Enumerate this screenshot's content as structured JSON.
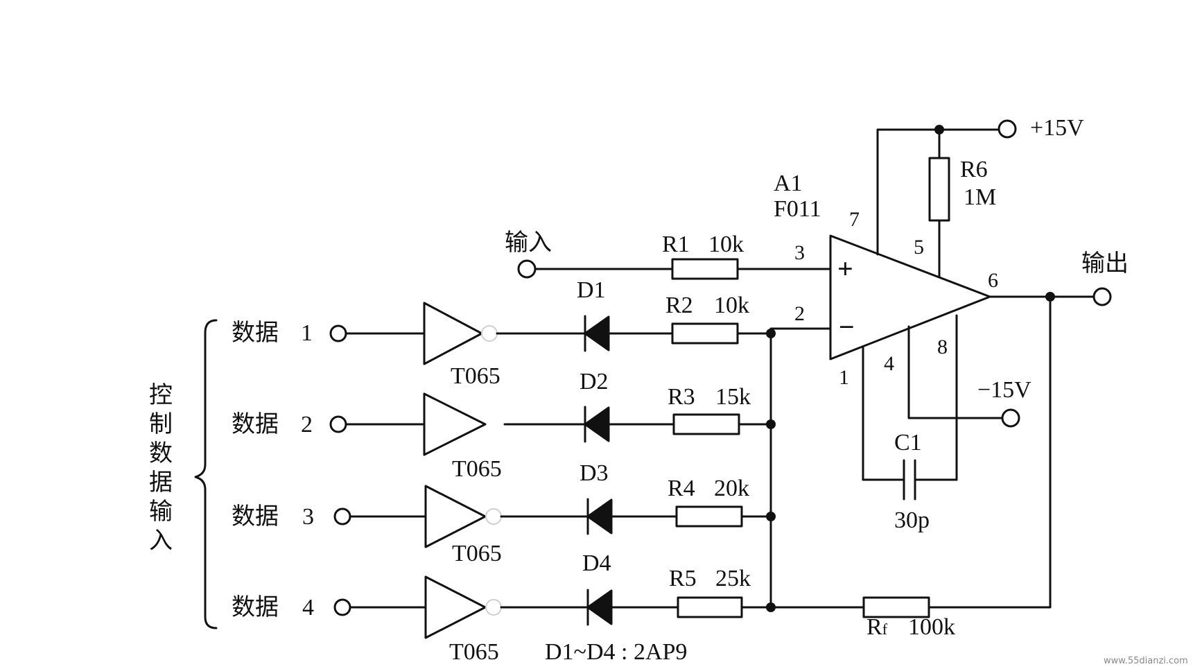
{
  "group_label": "控制数据输入",
  "data_inputs": [
    {
      "label": "数据",
      "num": "1"
    },
    {
      "label": "数据",
      "num": "2"
    },
    {
      "label": "数据",
      "num": "3"
    },
    {
      "label": "数据",
      "num": "4"
    }
  ],
  "buffers": [
    "T065",
    "T065",
    "T065",
    "T065"
  ],
  "diodes": [
    "D1",
    "D2",
    "D3",
    "D4"
  ],
  "diode_note": "D1~D4 : 2AP9",
  "resistors": [
    {
      "ref": "R1",
      "value": "10k"
    },
    {
      "ref": "R2",
      "value": "10k"
    },
    {
      "ref": "R3",
      "value": "15k"
    },
    {
      "ref": "R4",
      "value": "20k"
    },
    {
      "ref": "R5",
      "value": "25k"
    }
  ],
  "feedback_resistor": {
    "ref": "R",
    "sub": "f",
    "value": "100k"
  },
  "op_amp": {
    "ref": "A1",
    "part": "F011",
    "plus": "+",
    "minus": "−"
  },
  "pins": {
    "p1": "1",
    "p2": "2",
    "p3": "3",
    "p4": "4",
    "p5": "5",
    "p6": "6",
    "p7": "7",
    "p8": "8"
  },
  "r6": {
    "ref": "R6",
    "value": "1M"
  },
  "capacitor": {
    "ref": "C1",
    "value": "30p"
  },
  "supply_pos": "+15V",
  "supply_neg": "−15V",
  "input_label": "输入",
  "output_label": "输出",
  "watermark": "www.55dianzi.com"
}
